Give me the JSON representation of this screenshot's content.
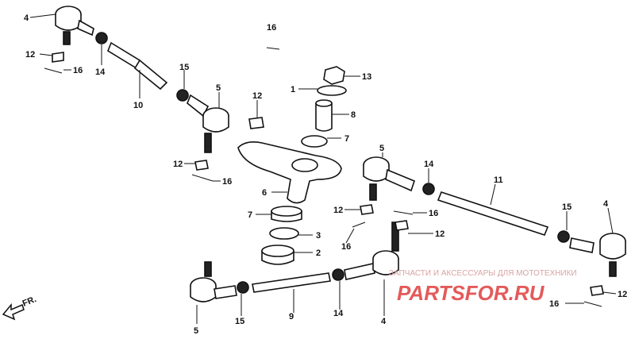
{
  "callouts": {
    "c1": "1",
    "c2": "2",
    "c3": "3",
    "c4a": "4",
    "c4b": "4",
    "c4c": "4",
    "c5a": "5",
    "c5b": "5",
    "c5c": "5",
    "c6": "6",
    "c7a": "7",
    "c7b": "7",
    "c8": "8",
    "c9": "9",
    "c10": "10",
    "c11": "11",
    "c12a": "12",
    "c12b": "12",
    "c12c": "12",
    "c12d": "12",
    "c12e": "12",
    "c12f": "12",
    "c13": "13",
    "c14a": "14",
    "c14b": "14",
    "c14c": "14",
    "c15a": "15",
    "c15b": "15",
    "c15c": "15",
    "c16a": "16",
    "c16b": "16",
    "c16c": "16",
    "c16d": "16",
    "c16e": "16",
    "c16f": "16"
  },
  "direction_label": "FR.",
  "watermark": {
    "top": "ЗАПЧАСТИ И АКСЕССУАРЫ ДЛЯ МОТОТЕХНИКИ",
    "brand": "PARTSFOR.RU"
  },
  "colors": {
    "ink": "#111111",
    "watermark": "#e45a5a"
  }
}
